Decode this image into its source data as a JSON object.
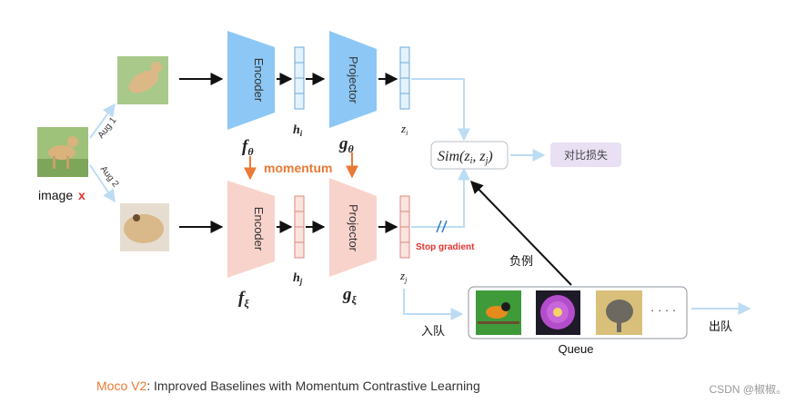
{
  "input": {
    "label": "image",
    "var": "x"
  },
  "aug": {
    "top": "Aug 1",
    "bottom": "Aug 2"
  },
  "branch_top": {
    "encoder_label": "Encoder",
    "encoder_fn": "f",
    "encoder_sub": "θ",
    "hidden": "h",
    "hidden_sub": "i",
    "projector_label": "Projector",
    "projector_fn": "g",
    "projector_sub": "θ",
    "z": "z",
    "z_sub": "i"
  },
  "branch_bottom": {
    "encoder_label": "Encoder",
    "encoder_fn": "f",
    "encoder_sub": "ξ",
    "hidden": "h",
    "hidden_sub": "j",
    "projector_label": "Projector",
    "projector_fn": "g",
    "projector_sub": "ξ",
    "z": "z",
    "z_sub": "j"
  },
  "momentum_label": "momentum",
  "stop_gradient": "Stop gradient",
  "similarity": {
    "prefix": "Sim(",
    "z1": "z",
    "s1": "i",
    "sep": ", ",
    "z2": "z",
    "s2": "j",
    "suffix": ")"
  },
  "loss_label": "对比损失",
  "negatives_label": "负例",
  "enqueue_label": "入队",
  "dequeue_label": "出队",
  "queue_label": "Queue",
  "queue_dots": "· · · ·",
  "caption": {
    "title": "Moco V2",
    "rest": ":  Improved Baselines with Momentum Contrastive Learning"
  },
  "watermark": "CSDN @椒椒。",
  "colors": {
    "blue_fill": "#8cc7f5",
    "pink_fill": "#f8d3cc",
    "orange": "#ea7a34",
    "red": "#e3342f",
    "light_blue": "#bcdcf4",
    "loss_bg": "#e9e0f4"
  }
}
